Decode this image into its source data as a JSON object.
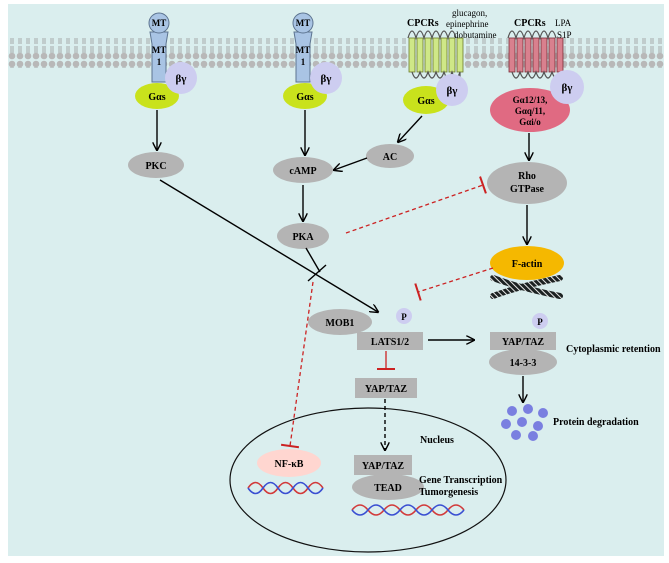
{
  "receptors": {
    "mt_top": "MT",
    "mt_body": "MT",
    "mt_sub": "1",
    "gpcr": "CPCRs"
  },
  "ligands": {
    "group1": [
      "glucagon,",
      "epinephrine",
      "dobutamine"
    ],
    "group2": [
      "LPA",
      "S1P"
    ]
  },
  "g_proteins": {
    "gs": "Gαs",
    "beta_gamma": "βγ",
    "g12": [
      "Gα12/13,",
      "Gαq/11,",
      "Gαi/o"
    ]
  },
  "nodes": {
    "pkc": "PKC",
    "camp": "cAMP",
    "ac": "AC",
    "pka": "PKA",
    "rho": [
      "Rho",
      "GTPase"
    ],
    "factin": "F-actin",
    "mob1": "MOB1",
    "lats": "LATS1/2",
    "phos": "P",
    "yaptaz": "YAP/TAZ",
    "p1433": "14-3-3",
    "nfkb": "NF-κB",
    "tead": "TEAD"
  },
  "labels": {
    "cyto": "Cytoplasmic retention",
    "degradation": "Protein degradation",
    "nucleus": "Nucleus",
    "gene": "Gene Transcription",
    "tumor": "Tumorgenesis"
  },
  "colors": {
    "background": "#daeeee",
    "membrane": "#b8b8b8",
    "mt_receptor": "#a9c4e4",
    "gs": "#c9e21c",
    "beta_gamma": "#cdcdf0",
    "g12": "#e06a82",
    "gpcr_green": "#cfe887",
    "gpcr_red": "#d9808e",
    "node_gray": "#b4b4b4",
    "factin": "#f5b800",
    "inhibit": "#cc2222",
    "nfkb": "#ffd6d0",
    "dots": "#7a7fe0"
  }
}
